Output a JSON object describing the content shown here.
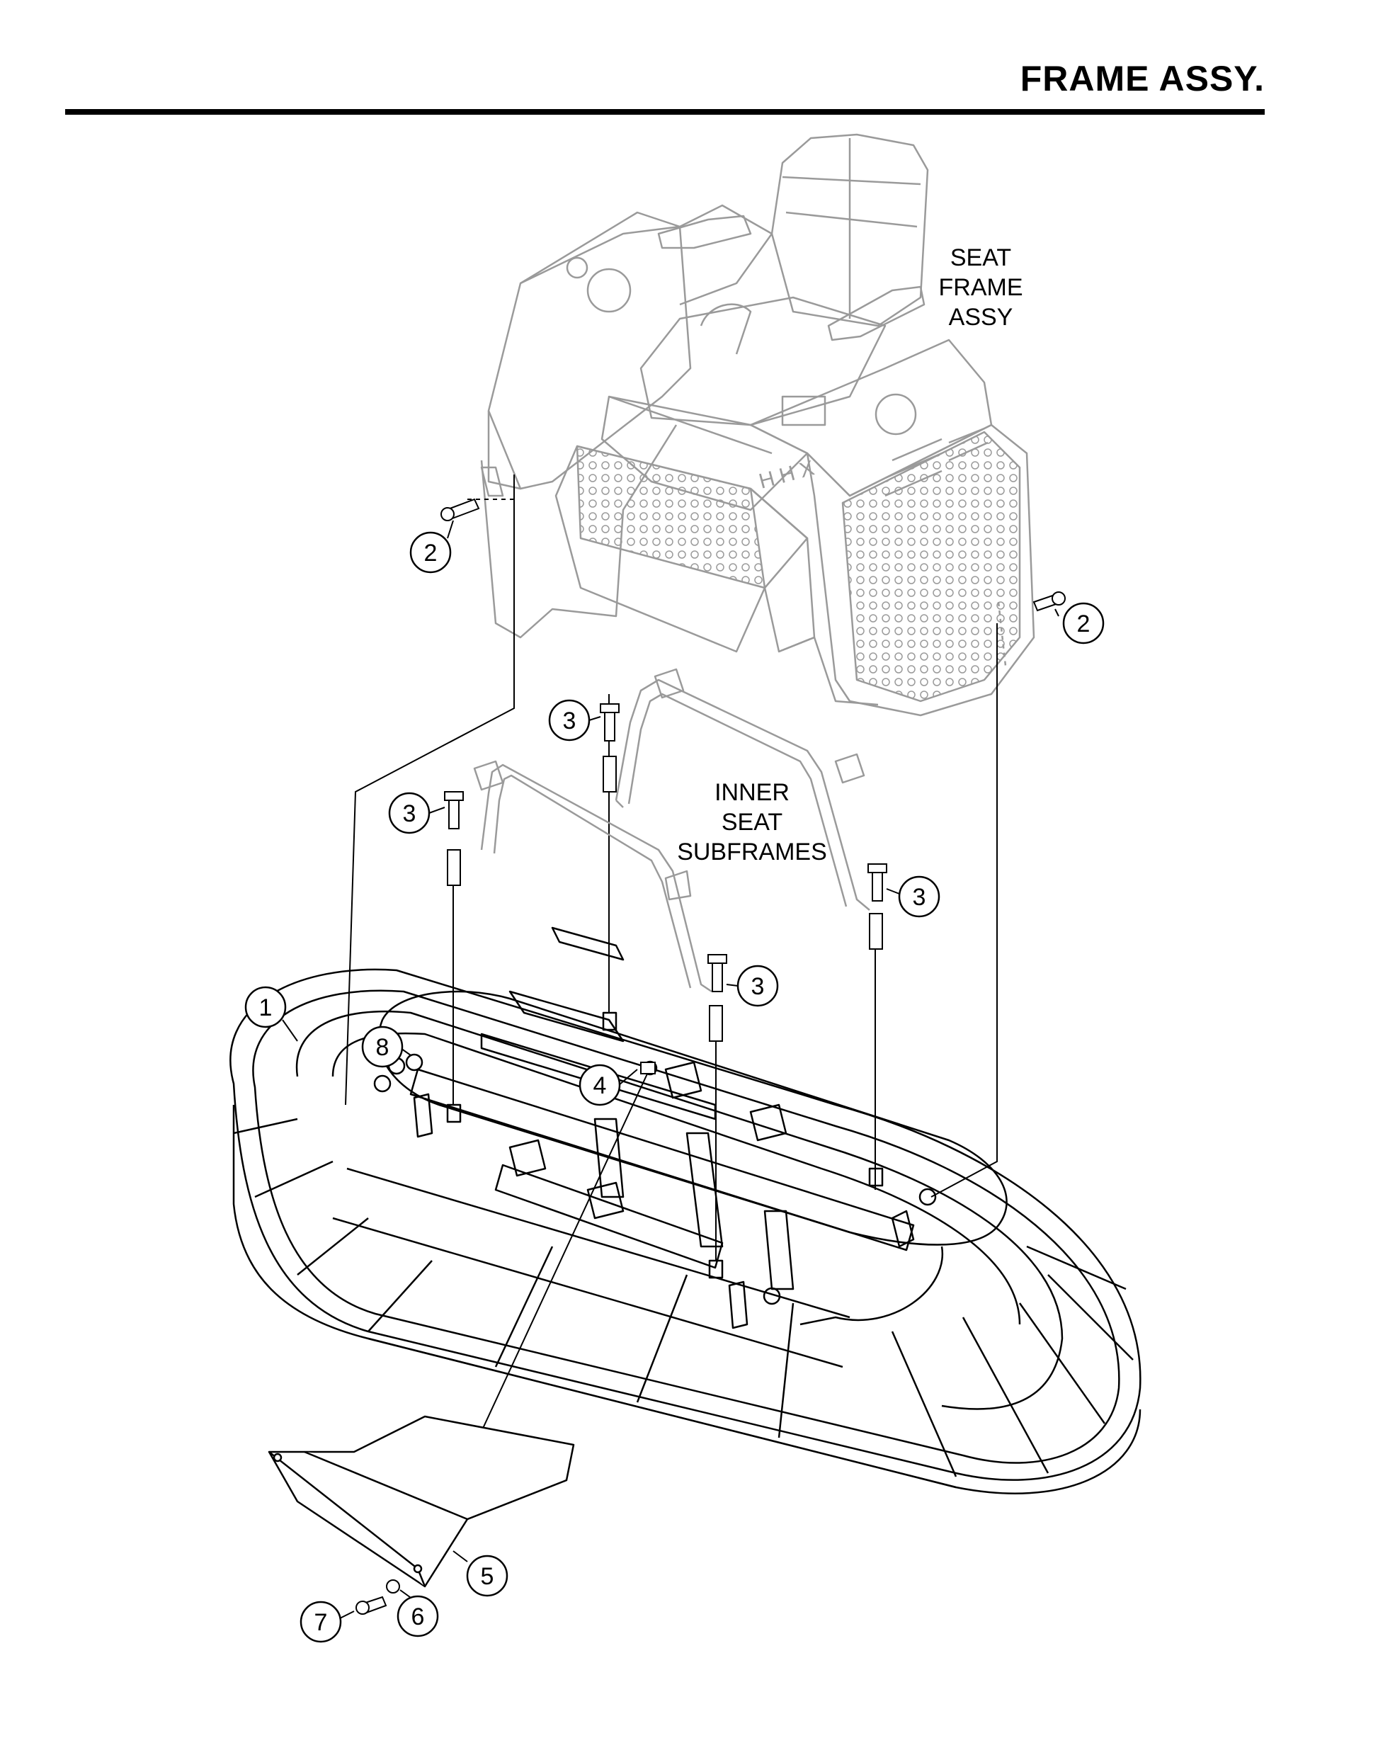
{
  "header": {
    "title": "FRAME ASSY."
  },
  "labels": {
    "seat_frame": [
      "SEAT",
      "FRAME",
      "ASSY"
    ],
    "inner_subframes": [
      "INNER",
      "SEAT",
      "SUBFRAMES"
    ]
  },
  "callouts": {
    "c1": "1",
    "c2a": "2",
    "c2b": "2",
    "c3a": "3",
    "c3b": "3",
    "c3c": "3",
    "c3d": "3",
    "c4": "4",
    "c5": "5",
    "c6": "6",
    "c7": "7",
    "c8": "8"
  },
  "colors": {
    "line": "#000000",
    "ghost": "#9a9a9a"
  }
}
